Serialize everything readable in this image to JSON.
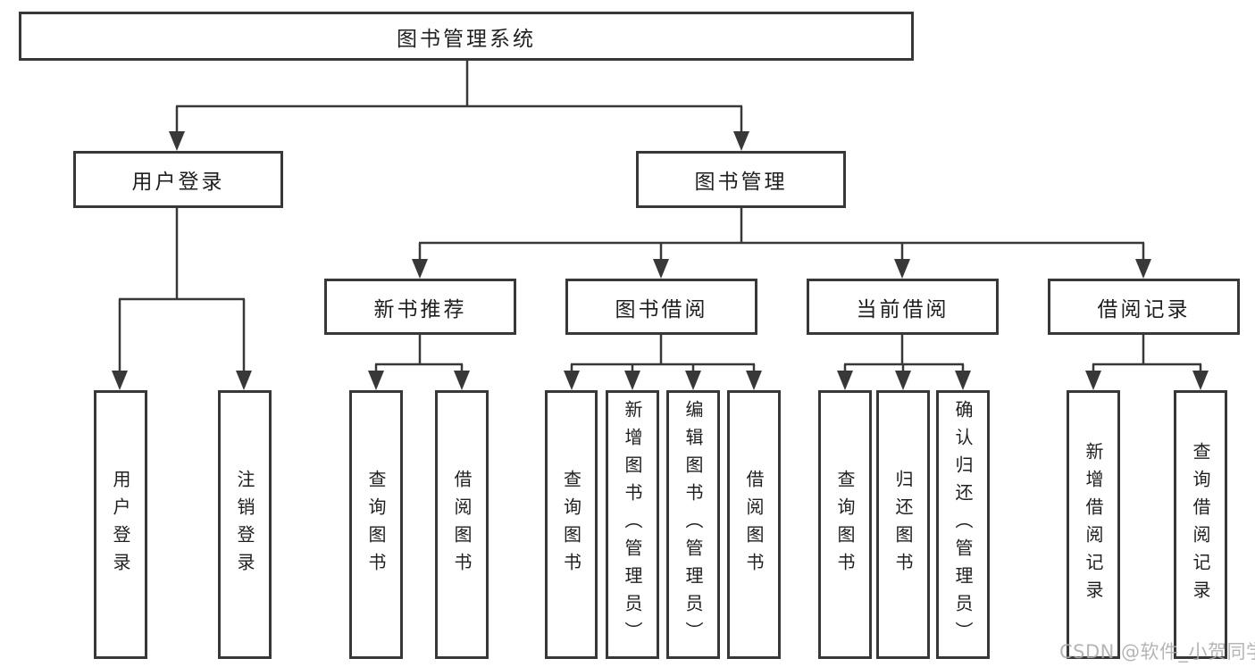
{
  "diagram": {
    "title": "图书管理系统",
    "tree": {
      "root": {
        "label": "图书管理系统"
      },
      "children": [
        {
          "label": "用户登录",
          "children": [
            {
              "label": "用户登录"
            },
            {
              "label": "注销登录"
            }
          ]
        },
        {
          "label": "图书管理",
          "children": [
            {
              "label": "新书推荐",
              "children": [
                {
                  "label": "查询图书"
                },
                {
                  "label": "借阅图书"
                }
              ]
            },
            {
              "label": "图书借阅",
              "children": [
                {
                  "label": "查询图书"
                },
                {
                  "label": "新增图书（管理员）"
                },
                {
                  "label": "编辑图书（管理员）"
                },
                {
                  "label": "借阅图书"
                }
              ]
            },
            {
              "label": "当前借阅",
              "children": [
                {
                  "label": "查询图书"
                },
                {
                  "label": "归还图书"
                },
                {
                  "label": "确认归还（管理员）"
                }
              ]
            },
            {
              "label": "借阅记录",
              "children": [
                {
                  "label": "新增借阅记录"
                },
                {
                  "label": "查询借阅记录"
                }
              ]
            }
          ]
        }
      ]
    },
    "colors": {
      "line": "#383838",
      "box_border": "#383838",
      "box_fill": "#ffffff",
      "text": "#1f1f1f",
      "watermark": "#ababab",
      "background": "#ffffff"
    }
  },
  "watermark": {
    "text": "CSDN @软件_小贺同学"
  }
}
